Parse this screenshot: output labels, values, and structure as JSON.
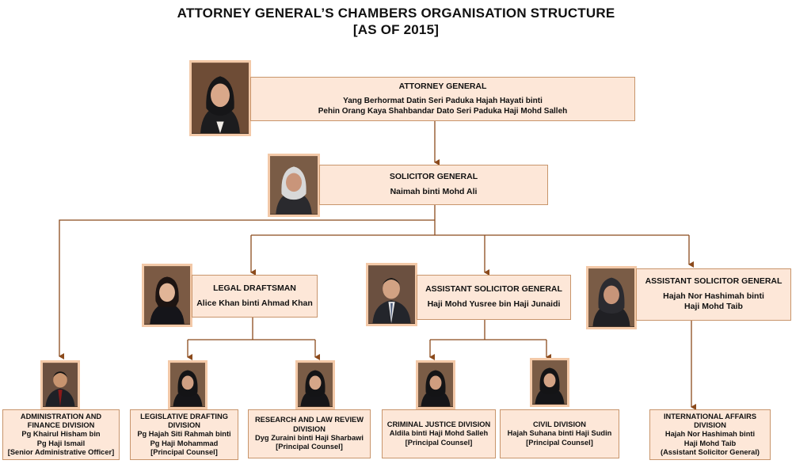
{
  "title": {
    "line1": "ATTORNEY GENERAL’S CHAMBERS ORGANISATION STRUCTURE",
    "line2": "[AS OF 2015]"
  },
  "colors": {
    "box_fill": "#fde7d8",
    "box_border": "#c8956c",
    "connector": "#8b4a1c",
    "photo_frame": "#f3c9a8"
  },
  "nodes": {
    "attorney_general": {
      "heading": "ATTORNEY GENERAL",
      "line1": "Yang Berhormat Datin Seri Paduka Hajah Hayati binti",
      "line2": "Pehin Orang Kaya Shahbandar Dato Seri Paduka Haji Mohd Salleh",
      "photo": "portrait-woman-headscarf"
    },
    "solicitor_general": {
      "heading": "SOLICITOR GENERAL",
      "name": "Naimah binti Mohd Ali",
      "photo": "portrait-woman-headscarf"
    },
    "legal_draftsman": {
      "heading": "LEGAL DRAFTSMAN",
      "name": "Alice Khan binti Ahmad Khan",
      "photo": "portrait-woman"
    },
    "asg_1": {
      "heading": "ASSISTANT SOLICITOR GENERAL",
      "name": "Haji Mohd Yusree bin Haji Junaidi",
      "photo": "portrait-man"
    },
    "asg_2": {
      "heading": "ASSISTANT SOLICITOR GENERAL",
      "line1": "Hajah Nor Hashimah binti",
      "line2": "Haji Mohd Taib",
      "photo": "portrait-woman-headscarf"
    },
    "admin_finance": {
      "heading1": "ADMINISTRATION AND",
      "heading2": "FINANCE DIVISION",
      "line1": "Pg Khairul Hisham bin",
      "line2": "Pg Haji Ismail",
      "line3": "[Senior Administrative Officer]",
      "photo": "portrait-man"
    },
    "legislative_drafting": {
      "heading1": "LEGISLATIVE DRAFTING",
      "heading2": "DIVISION",
      "line1": "Pg Hajah Siti Rahmah binti",
      "line2": "Pg Haji Mohammad",
      "line3": "[Principal Counsel]",
      "photo": "portrait-woman-headscarf"
    },
    "research_law_review": {
      "heading1": "RESEARCH AND LAW REVIEW",
      "heading2": "DIVISION",
      "line1": "Dyg Zuraini binti Haji Sharbawi",
      "line2": "[Principal Counsel]",
      "photo": "portrait-woman-headscarf"
    },
    "criminal_justice": {
      "heading": "CRIMINAL JUSTICE DIVISION",
      "line1": "Aldila binti Haji Mohd Salleh",
      "line2": "[Principal Counsel]",
      "photo": "portrait-woman-headscarf"
    },
    "civil": {
      "heading": "CIVIL DIVISION",
      "line1": "Hajah Suhana binti Haji Sudin",
      "line2": "[Principal Counsel]",
      "photo": "portrait-woman-headscarf"
    },
    "international_affairs": {
      "heading1": "INTERNATIONAL AFFAIRS",
      "heading2": "DIVISION",
      "line1": "Hajah Nor Hashimah binti",
      "line2": "Haji Mohd Taib",
      "line3": "(Assistant Solicitor General)",
      "photo": "portrait-woman-headscarf"
    }
  }
}
